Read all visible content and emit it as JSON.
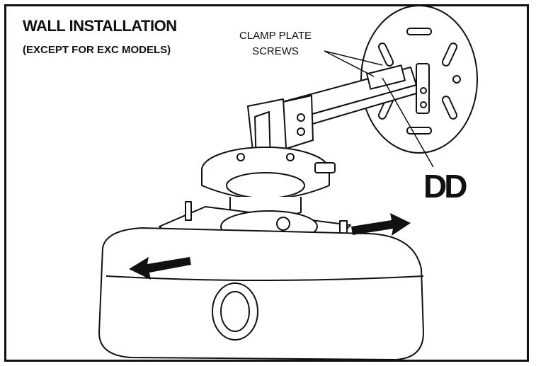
{
  "figure": {
    "title": "WALL INSTALLATION",
    "subtitle": "(EXCEPT FOR EXC MODELS)",
    "callout": {
      "line1": "CLAMP PLATE",
      "line2": "SCREWS"
    },
    "part_label": "DD"
  }
}
